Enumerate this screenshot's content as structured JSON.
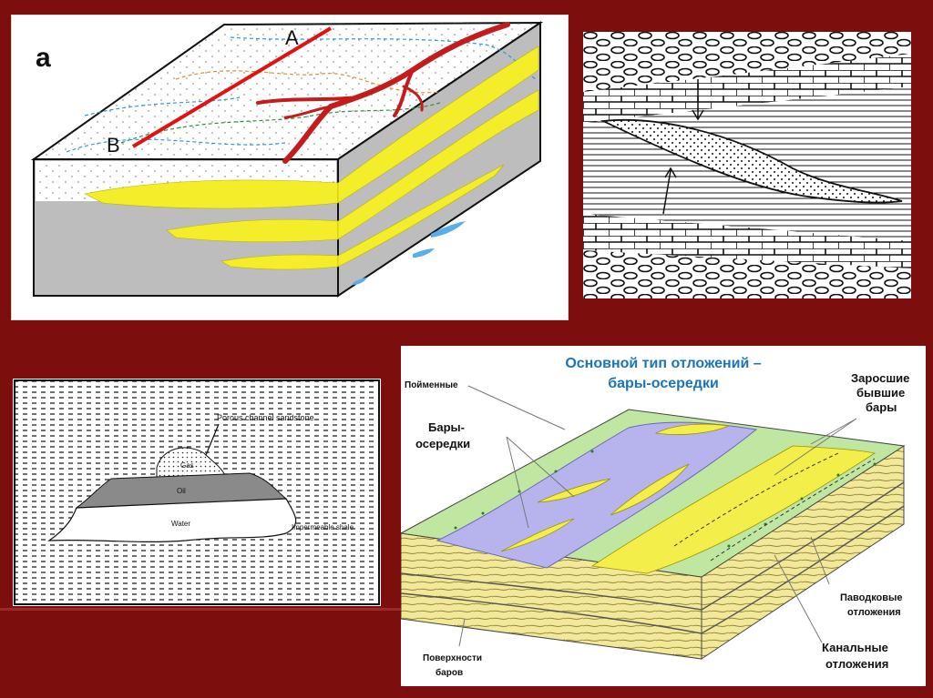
{
  "panel_a": {
    "letter": "a",
    "label_A": "A",
    "label_B": "B"
  },
  "panel_c": {
    "label_sandstone": "Porous channel sandstone",
    "label_gas": "Gas",
    "label_oil": "Oil",
    "label_water": "Water",
    "label_shale": "Impermeable shale"
  },
  "panel_d": {
    "title_line1": "Основной тип отложений –",
    "title_line2": "бары-осередки",
    "label_floodplain": "Пойменные",
    "label_bars_line1": "Бары-",
    "label_bars_line2": "осередки",
    "label_overgrown_line1": "Заросшие",
    "label_overgrown_line2": "бывшие",
    "label_overgrown_line3": "бары",
    "label_flood_line1": "Паводковые",
    "label_flood_line2": "отложения",
    "label_channel_line1": "Канальные",
    "label_channel_line2": "отложения",
    "label_surfaces_line1": "Поверхности",
    "label_surfaces_line2": "баров"
  },
  "colors": {
    "background": "#7d0e0e",
    "sand_yellow": "#f4ee2a",
    "shale_gray": "#bdbdbd",
    "river_red": "#c41c1c",
    "water_lilac": "#b7b3ec",
    "grass_green": "#bfe7a2",
    "title_blue": "#1c74b8"
  }
}
